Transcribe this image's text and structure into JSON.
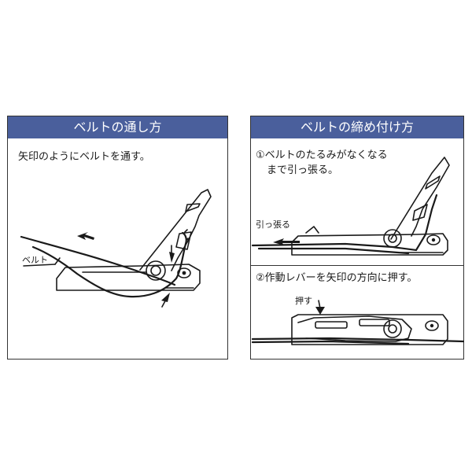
{
  "colors": {
    "header_bg": "#4a5f9c",
    "header_text": "#ffffff",
    "border": "#333333",
    "line": "#1a1a1a"
  },
  "threading": {
    "title": "ベルトの通し方",
    "instruction": "矢印のようにベルトを通す。",
    "belt_label": "ベルト"
  },
  "tightening": {
    "title": "ベルトの締め付け方",
    "step1_line1": "①ベルトのたるみがなくなる",
    "step1_line2": "まで引っ張る。",
    "pull_label": "引っ張る",
    "step2": "②作動レバーを矢印の方向に押す。",
    "push_label": "押す"
  }
}
